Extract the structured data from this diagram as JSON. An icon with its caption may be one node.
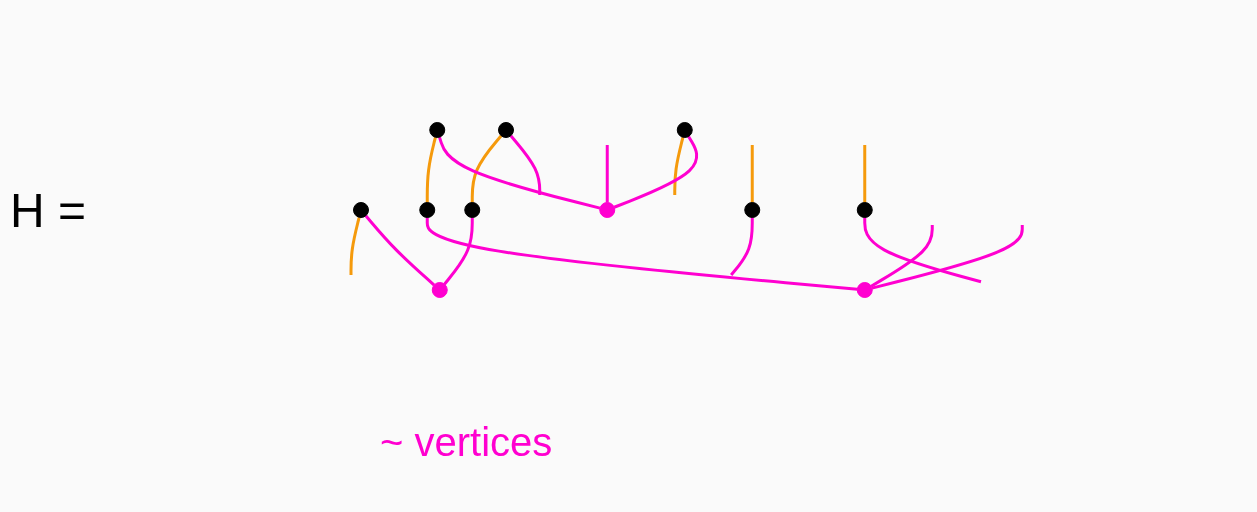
{
  "diagram": {
    "nodes": [
      {
        "text": [],
        "shape": "circle"
      },
      {
        "text": [],
        "shape": "circle"
      },
      {
        "text": [],
        "shape": "circle"
      },
      {
        "text": [],
        "shape": "circle"
      },
      {
        "text": [],
        "shape": "circle"
      },
      {
        "text": [],
        "shape": "circle"
      },
      {
        "text": [],
        "shape": "circle"
      },
      {
        "text": [],
        "shape": "circle"
      },
      {
        "text": [],
        "shape": "circle"
      },
      {
        "text": [],
        "shape": "circle"
      },
      {
        "text": [],
        "shape": "circle"
      }
    ],
    "edges": [
      {
        "from": 0,
        "to": 2,
        "arrow": "none",
        "color": "#f59a0c"
      },
      {
        "from": 1,
        "to": null,
        "arrow": "none",
        "color": "#f59a0c"
      },
      {
        "from": 3,
        "to": null,
        "arrow": "none",
        "color": "#f59a0c"
      },
      {
        "from": null,
        "to": 4,
        "arrow": "none",
        "color": "#f59a0c"
      },
      {
        "from": null,
        "to": 5,
        "arrow": "none",
        "color": "#f59a0c"
      },
      {
        "from": 6,
        "to": 7,
        "arrow": "none",
        "color": "#f59a0c"
      },
      {
        "from": 0,
        "to": null,
        "arrow": "none"
      },
      {
        "from": 1,
        "to": 8,
        "arrow": "none"
      },
      {
        "from": 2,
        "to": 8,
        "arrow": "none"
      },
      {
        "from": 3,
        "to": 9,
        "arrow": "none"
      },
      {
        "from": null,
        "to": 9,
        "arrow": "none"
      },
      {
        "from": 6,
        "to": 9,
        "arrow": "none"
      },
      {
        "from": 4,
        "to": null,
        "arrow": "none"
      },
      {
        "from": 5,
        "to": null,
        "arrow": "none"
      },
      {
        "from": null,
        "to": 10,
        "arrow": "none"
      },
      {
        "from": null,
        "to": 10,
        "arrow": "none"
      },
      {
        "from": 7,
        "to": 10,
        "arrow": "none"
      }
    ],
    "labels": [
      "H =",
      "~ vertices"
    ]
  }
}
